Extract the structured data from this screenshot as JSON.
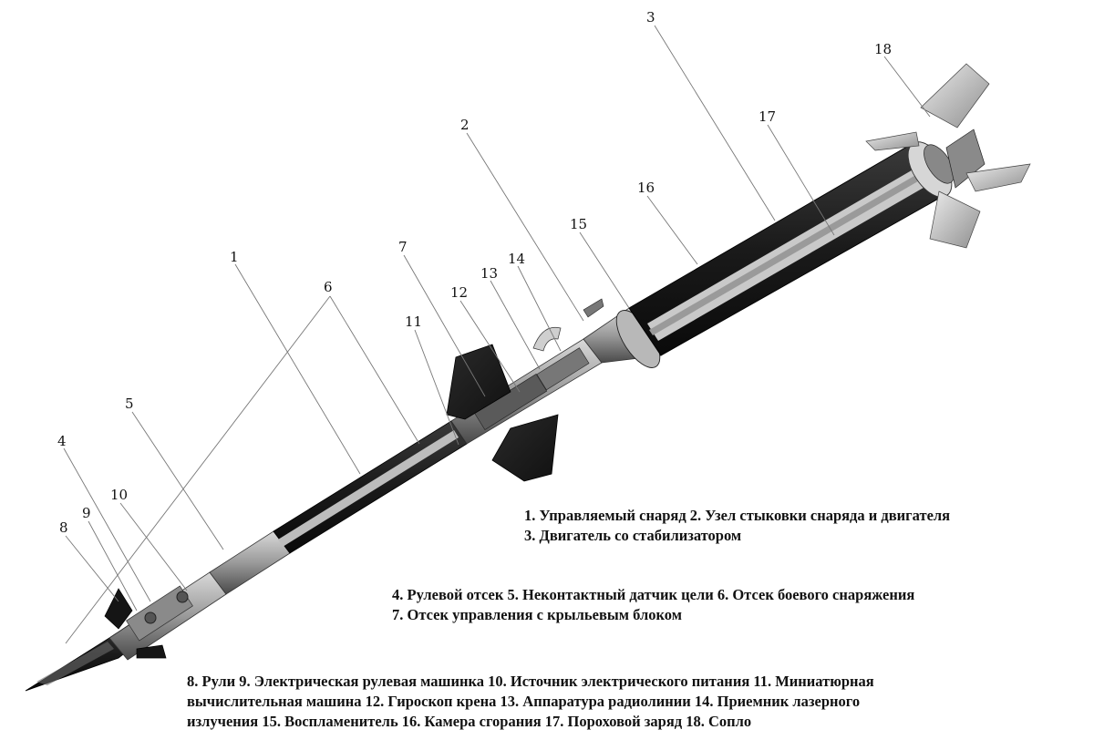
{
  "callouts": {
    "n1": "1",
    "n2": "2",
    "n3": "3",
    "n4": "4",
    "n5": "5",
    "n6": "6",
    "n7": "7",
    "n8": "8",
    "n9": "9",
    "n10": "10",
    "n11": "11",
    "n12": "12",
    "n13": "13",
    "n14": "14",
    "n15": "15",
    "n16": "16",
    "n17": "17",
    "n18": "18"
  },
  "legend": {
    "line1": "1. Управляемый снаряд  2. Узел стыковки снаряда и двигателя",
    "line2": "3. Двигатель со стабилизатором",
    "line3": "4. Рулевой отсек  5. Неконтактный датчик цели  6. Отсек боевого снаряжения",
    "line4": "7. Отсек управления с крыльевым блоком",
    "line5": "8. Рули  9. Электрическая рулевая машинка  10. Источник электрического питания  11. Миниатюрная",
    "line6": "вычислительная машина  12. Гироскоп крена  13. Аппаратура радиолинии  14. Приемник лазерного",
    "line7": "излучения  15. Воспламенитель  16. Камера сгорания  17. Пороховой заряд  18. Сопло"
  }
}
